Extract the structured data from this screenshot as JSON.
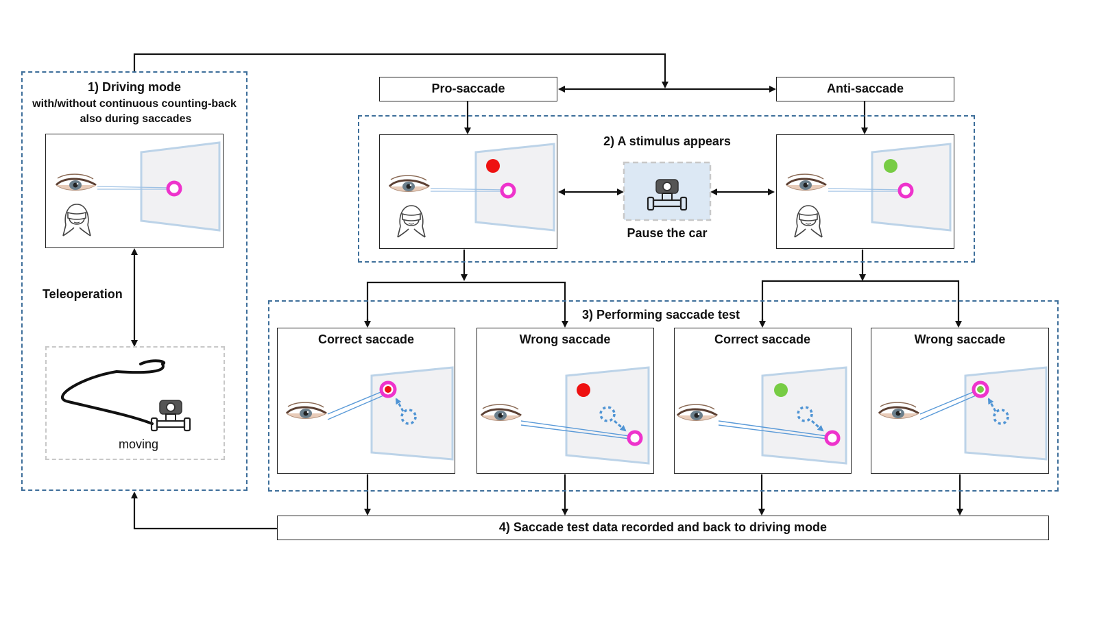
{
  "mode1": {
    "title": "1) Driving mode",
    "line2": "with/without continuous counting-back",
    "line3": "also during saccades",
    "teleop": "Teleoperation",
    "moving": "moving"
  },
  "pro_label": "Pro-saccade",
  "anti_label": "Anti-saccade",
  "stimulus_title": "2) A stimulus appears",
  "pause_label": "Pause the car",
  "perform_title": "3) Performing saccade test",
  "results": [
    {
      "label": "Correct saccade"
    },
    {
      "label": "Wrong saccade"
    },
    {
      "label": "Correct saccade"
    },
    {
      "label": "Wrong saccade"
    }
  ],
  "recorded_label": "4) Saccade test data recorded and back to driving mode",
  "colors": {
    "frame_dash": "#3d6e9a",
    "stimulus_pro": "#ee1111",
    "stimulus_anti": "#77cc44",
    "target_ring": "#ee33cc",
    "arrow_blue": "#4f94d4",
    "car_panel": "#dce8f4"
  }
}
